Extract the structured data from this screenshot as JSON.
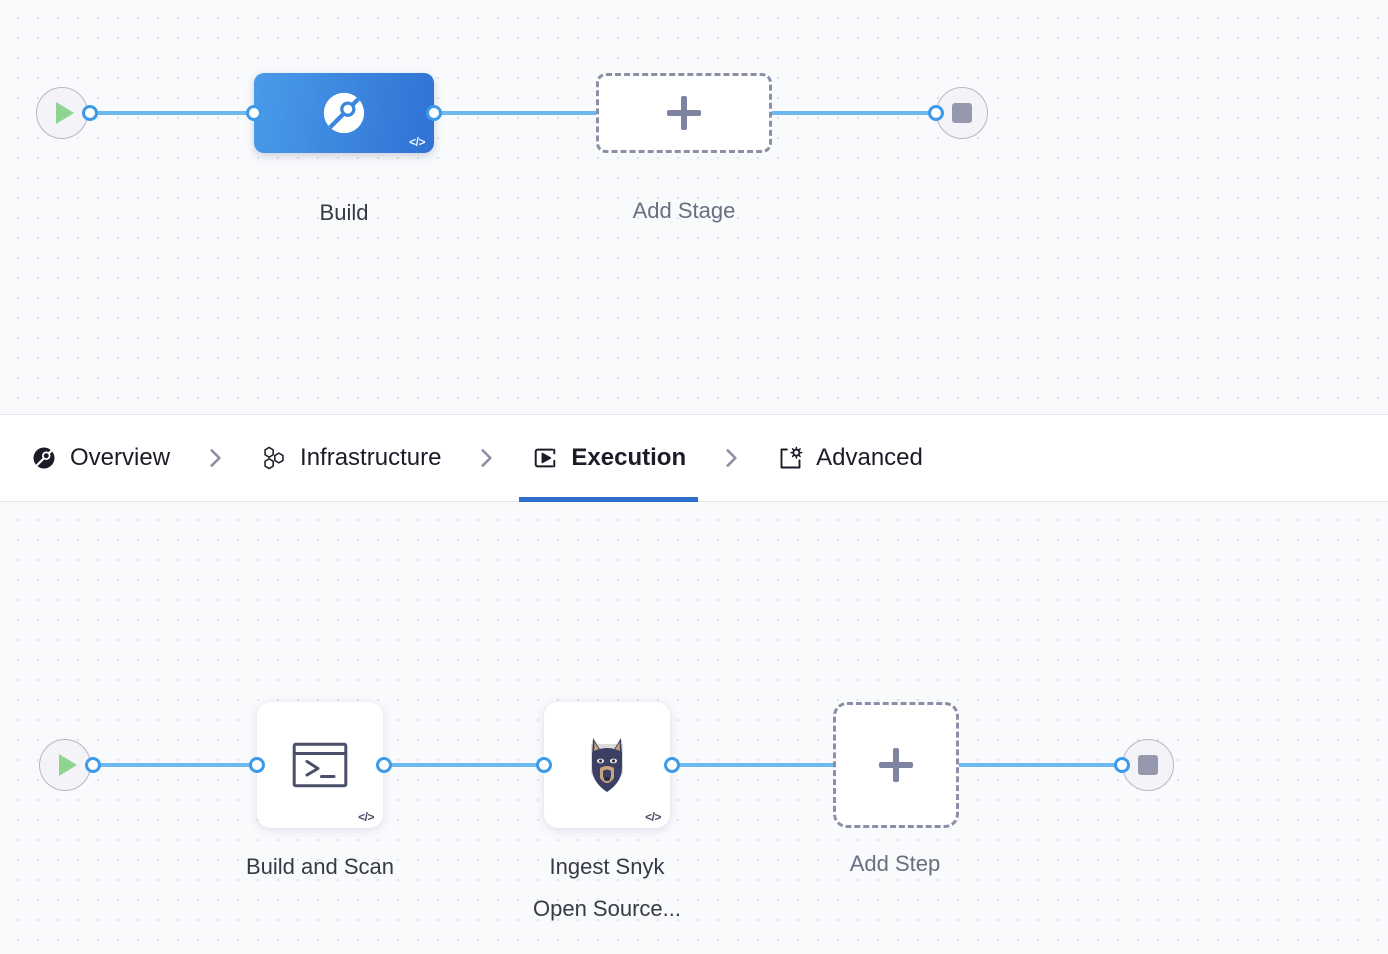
{
  "stage_graph": {
    "start_node": {
      "name": "start-node",
      "icon": "play-icon"
    },
    "end_node": {
      "name": "end-node",
      "icon": "stop-icon"
    },
    "stages": [
      {
        "label": "Build",
        "icon": "build-stage-icon",
        "badge": "</>",
        "selected": true
      }
    ],
    "add_stage": {
      "label": "Add Stage",
      "icon": "plus-icon"
    }
  },
  "tabs": [
    {
      "label": "Overview",
      "icon": "overview-build-icon",
      "active": false
    },
    {
      "label": "Infrastructure",
      "icon": "honeycomb-icon",
      "active": false
    },
    {
      "label": "Execution",
      "icon": "play-box-icon",
      "active": true
    },
    {
      "label": "Advanced",
      "icon": "gear-box-icon",
      "active": false
    }
  ],
  "step_graph": {
    "start_node": {
      "name": "steps-start-node",
      "icon": "play-icon"
    },
    "end_node": {
      "name": "steps-end-node",
      "icon": "stop-icon"
    },
    "steps": [
      {
        "label_line1": "Build and Scan",
        "label_line2": "",
        "icon": "terminal-icon",
        "badge": "</>"
      },
      {
        "label_line1": "Ingest Snyk",
        "label_line2": "Open Source...",
        "icon": "snyk-dog-icon",
        "badge": "</>"
      }
    ],
    "add_step": {
      "label": "Add Step",
      "icon": "plus-icon"
    }
  },
  "colors": {
    "accent_blue": "#2e6fce",
    "connector_blue": "#6cb9f0",
    "connector_dot": "#3d9ae8",
    "stage_gradient_start": "#4a9bea",
    "stage_gradient_end": "#2f72d4",
    "canvas_bg": "#f9fafc",
    "dot_grid": "#dfe2ea",
    "play_green": "#8fd48f",
    "stop_gray": "#9698ae",
    "dashed_border": "#8b8fa8"
  }
}
